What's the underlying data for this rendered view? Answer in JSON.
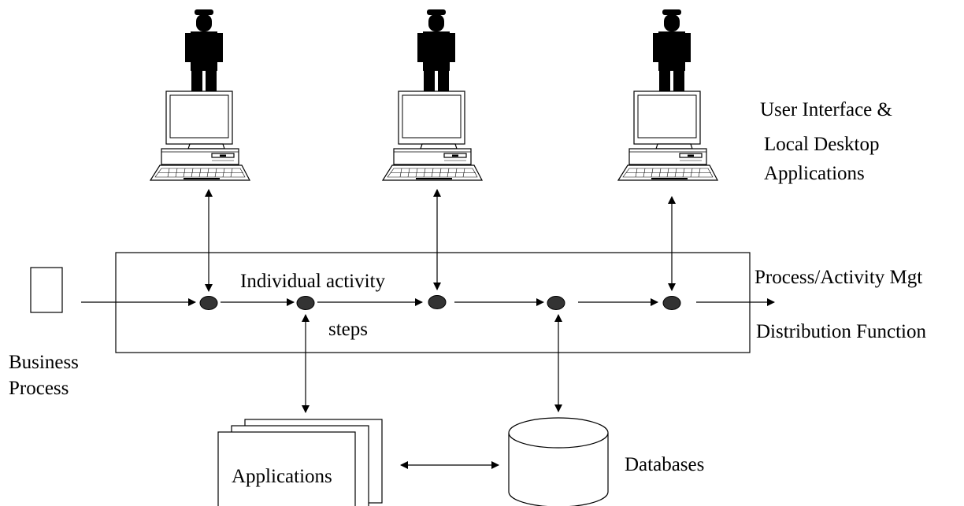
{
  "labels": {
    "user_interface_line1": "User Interface &",
    "user_interface_line2": "Local Desktop",
    "user_interface_line3": "Applications",
    "activity_steps_line1": "Individual activity",
    "activity_steps_line2": "steps",
    "process_mgt": "Process/Activity Mgt",
    "distribution": "Distribution Function",
    "business_line1": "Business",
    "business_line2": "Process",
    "applications": "Applications",
    "databases": "Databases"
  },
  "colors": {
    "stroke": "#000000",
    "fill": "#ffffff",
    "node_fill": "#333333"
  },
  "icons": {
    "users": [
      "person-icon",
      "person-icon",
      "person-icon"
    ],
    "workstations": [
      "computer-icon",
      "computer-icon",
      "computer-icon"
    ],
    "document": "document-icon",
    "applications": "stacked-pages-icon",
    "databases": "database-cylinder-icon"
  }
}
